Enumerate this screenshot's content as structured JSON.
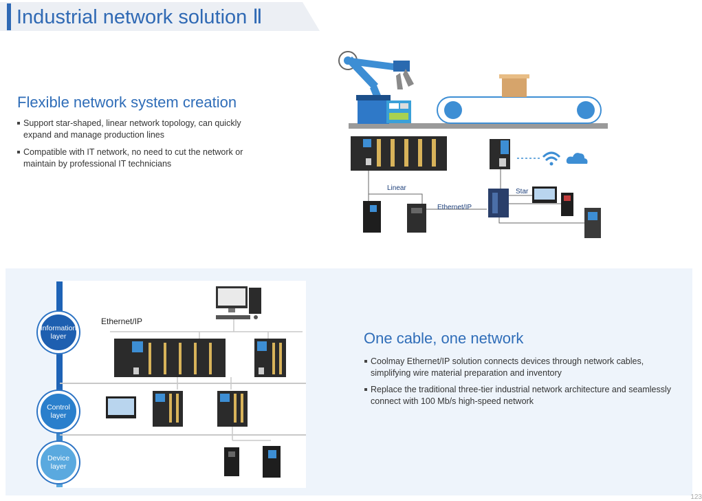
{
  "header": {
    "title": "Industrial network solution Ⅱ"
  },
  "section1": {
    "title": "Flexible network system creation",
    "bullets": [
      {
        "line1": "Support star-shaped, linear network topology, can quickly",
        "line2": "expand and manage production lines"
      },
      {
        "line1": "Compatible with IT network, no need to cut the network or",
        "line2": "maintain by professional IT technicians"
      }
    ]
  },
  "diagram1": {
    "linear_label": "Linear",
    "ethernet_label": "Ethernet/IP",
    "star_label": "Star"
  },
  "section2": {
    "title": "One cable, one network",
    "bullets": [
      {
        "line1": "Coolmay Ethernet/IP solution connects devices through network cables,",
        "line2": "simplifying wire material preparation and inventory"
      },
      {
        "line1": "Replace the traditional three-tier industrial network architecture and seamlessly",
        "line2": "connect with 100 Mb/s high-speed network"
      }
    ]
  },
  "diagram2": {
    "ethernet_label": "Ethernet/IP",
    "layers": [
      {
        "line1": "Information",
        "line2": "layer"
      },
      {
        "line1": "Control",
        "line2": "layer"
      },
      {
        "line1": "Device",
        "line2": "layer"
      }
    ]
  },
  "page_number": "123",
  "colors": {
    "brand": "#2f69b4",
    "panel": "#eef4fb",
    "robot": "#3d8ed4"
  }
}
